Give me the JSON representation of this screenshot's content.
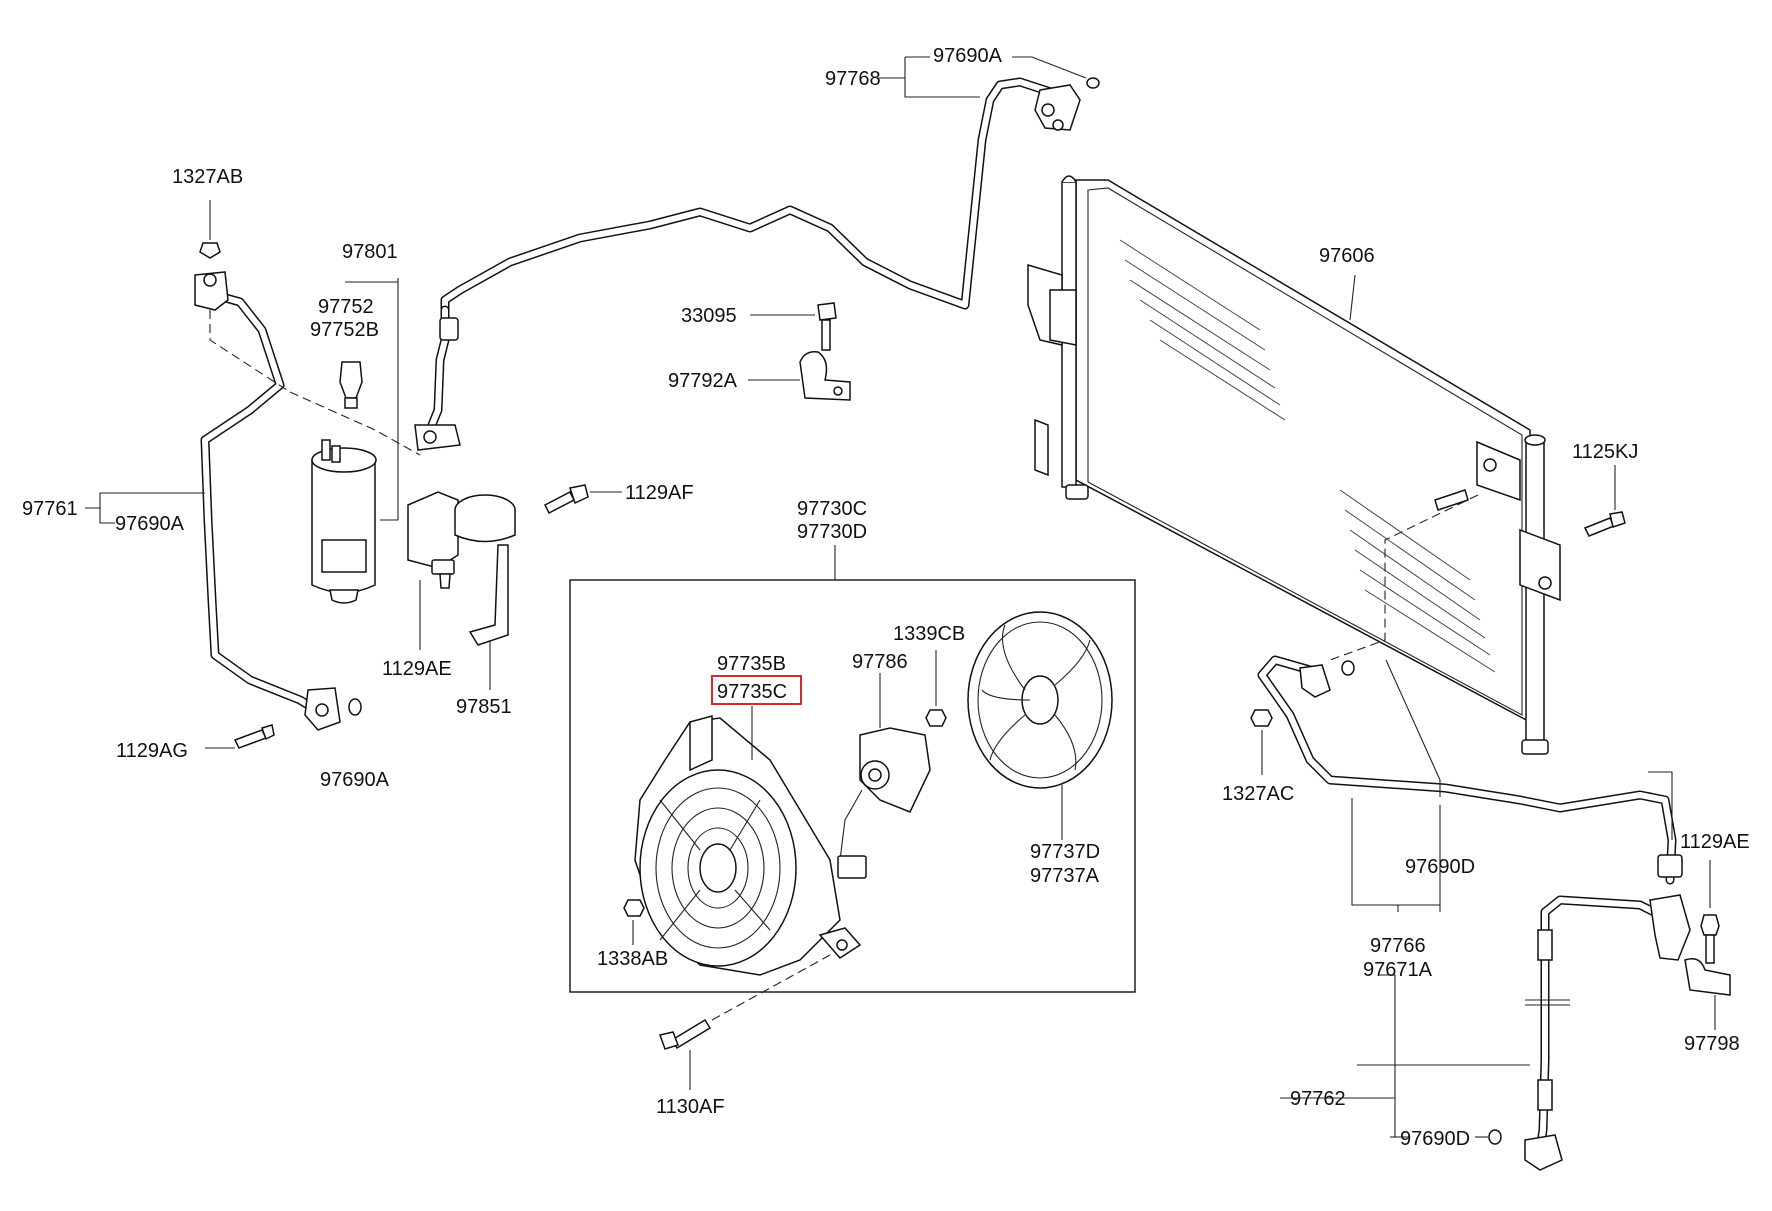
{
  "labels": {
    "p97690A_top": "97690A",
    "p97768": "97768",
    "p1327AB": "1327AB",
    "p97801": "97801",
    "p97752": "97752",
    "p97752B": "97752B",
    "p33095": "33095",
    "p97792A": "97792A",
    "p97606": "97606",
    "p1125KJ": "1125KJ",
    "p97761": "97761",
    "p97690A_left": "97690A",
    "p1129AF": "1129AF",
    "p97730C": "97730C",
    "p97730D": "97730D",
    "p1339CB": "1339CB",
    "p97735B": "97735B",
    "p97735C": "97735C",
    "p97786": "97786",
    "p1129AE_left": "1129AE",
    "p97851": "97851",
    "p1129AG": "1129AG",
    "p97690A_bottom": "97690A",
    "p1327AC": "1327AC",
    "p97737D": "97737D",
    "p97737A": "97737A",
    "p1129AE_right": "1129AE",
    "p97690D_mid": "97690D",
    "p1338AB": "1338AB",
    "p97766": "97766",
    "p97671A": "97671A",
    "p97798": "97798",
    "p1130AF": "1130AF",
    "p97762": "97762",
    "p97690D_bottom": "97690D"
  },
  "colors": {
    "line": "#111111",
    "highlight_box": "#d42a2a",
    "background": "#ffffff"
  }
}
